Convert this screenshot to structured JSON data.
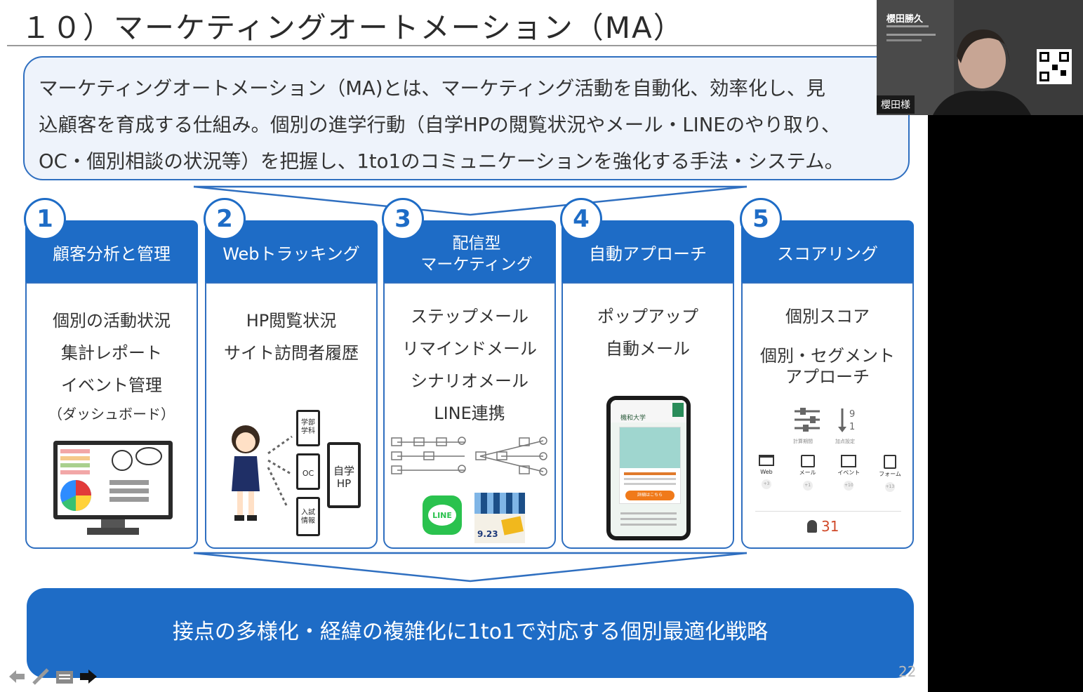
{
  "slide": {
    "title": "１０）マーケティングオートメーション（MA）",
    "definition_lines": [
      "マーケティングオートメーション（MA)とは、マーケティング活動を自動化、効率化し、見",
      "込顧客を育成する仕組み。個別の進学行動（自学HPの閲覧状況やメール・LINEのやり取り、",
      "OC・個別相談の状況等）を把握し、1to1のコミュニケーションを強化する手法・システム。"
    ],
    "columns": [
      {
        "num": "1",
        "head": "顧客分析と管理",
        "items": [
          "個別の活動状況",
          "集計レポート",
          "イベント管理"
        ],
        "note": "（ダッシュボード）"
      },
      {
        "num": "2",
        "head": "Webトラッキング",
        "items": [
          "HP閲覧状況",
          "サイト訪問者履歴"
        ],
        "diagram": {
          "boxes": [
            "学部学科",
            "OC",
            "入試情報"
          ],
          "hp": "自学HP"
        }
      },
      {
        "num": "3",
        "head_line1": "配信型",
        "head_line2": "マーケティング",
        "items": [
          "ステップメール",
          "リマインドメール",
          "シナリオメール",
          "LINE連携"
        ],
        "line_logo": "LINE",
        "poster_date": "9.23"
      },
      {
        "num": "4",
        "head": "自動アプローチ",
        "items": [
          "ポップアップ",
          "自動メール"
        ],
        "phone_header": "機和大学",
        "phone_button": "詳細はこちら"
      },
      {
        "num": "5",
        "head": "スコアリング",
        "items": [
          "個別スコア"
        ],
        "items2": [
          "個別・セグメント",
          "アプローチ"
        ],
        "score": {
          "label1": "計算期間",
          "label2": "加点設定",
          "icons": [
            "Web",
            "メール",
            "イベント",
            "フォーム"
          ],
          "points": [
            "+3",
            "+1",
            "+10",
            "+13"
          ],
          "total": "31"
        }
      }
    ],
    "conclusion": "接点の多様化・経緯の複雑化に1to1で対応する個別最適化戦略",
    "page_number": "22"
  },
  "webcam": {
    "name": "櫻田勝久",
    "tag": "櫻田様"
  },
  "colors": {
    "primary": "#1e6cc6",
    "border": "#2f6fc0",
    "panel": "#eef3fb"
  }
}
